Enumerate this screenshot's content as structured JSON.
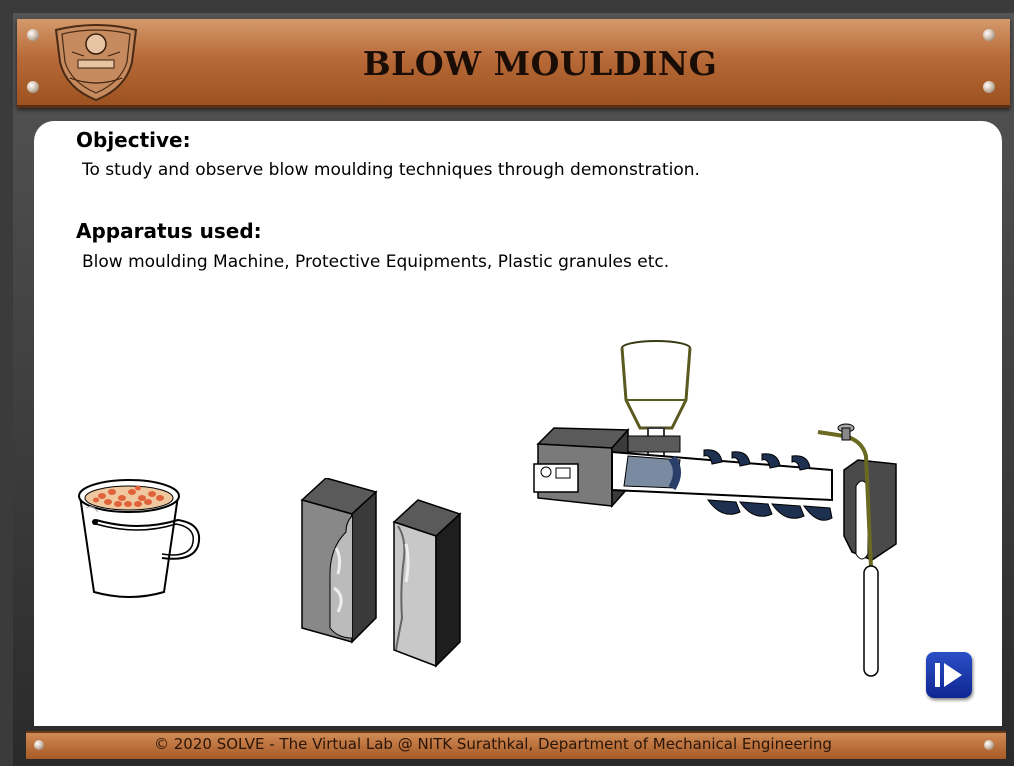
{
  "header": {
    "title": "BLOW MOULDING"
  },
  "content": {
    "objective_heading": "Objective:",
    "objective_text": "To study and observe blow moulding techniques through demonstration.",
    "apparatus_heading": "Apparatus used:",
    "apparatus_text": "Blow moulding Machine, Protective Equipments, Plastic granules etc."
  },
  "illustrations": [
    {
      "name": "bucket-of-plastic-granules"
    },
    {
      "name": "bottle-mould-halves"
    },
    {
      "name": "blow-moulding-machine"
    }
  ],
  "navigation": {
    "next_icon": "play-next-icon"
  },
  "footer": {
    "text": "© 2020 SOLVE - The Virtual Lab @ NITK Surathkal, Department of Mechanical Engineering"
  },
  "colors": {
    "header_brown": "#b86a38",
    "next_button_blue": "#1a3ab0"
  }
}
